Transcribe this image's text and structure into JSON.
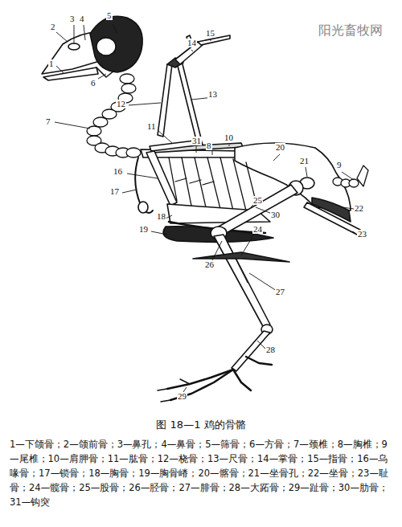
{
  "diagram": {
    "title": "图 18—1 鸡的骨骼",
    "caption": "1—下颌骨；2—颌前骨；3—鼻孔；4—鼻骨；5—筛骨；6—方骨；7—颈椎；8—胸椎；9—尾椎；10—肩胛骨；11—肱骨；12—桡骨；13—尺骨；14—掌骨；15—指骨；16—乌喙骨；17—锁骨；18—胸骨；19—胸骨嵴；20—髂骨；21—坐骨孔；22—坐骨；23—耻骨；24—髋骨；25—股骨；26—胫骨；27—腓骨；28—大跖骨；29—趾骨；30—肋骨；31—钩突",
    "labels": [
      "阳光畜牧网",
      "1",
      "2",
      "3",
      "4",
      "5",
      "6",
      "7",
      "8",
      "9",
      "10",
      "11",
      "12",
      "13",
      "14",
      "15",
      "16",
      "17",
      "18",
      "19",
      "20",
      "21",
      "22",
      "23",
      "24",
      "25",
      "26",
      "27",
      "28",
      "29",
      "30",
      "31"
    ]
  }
}
